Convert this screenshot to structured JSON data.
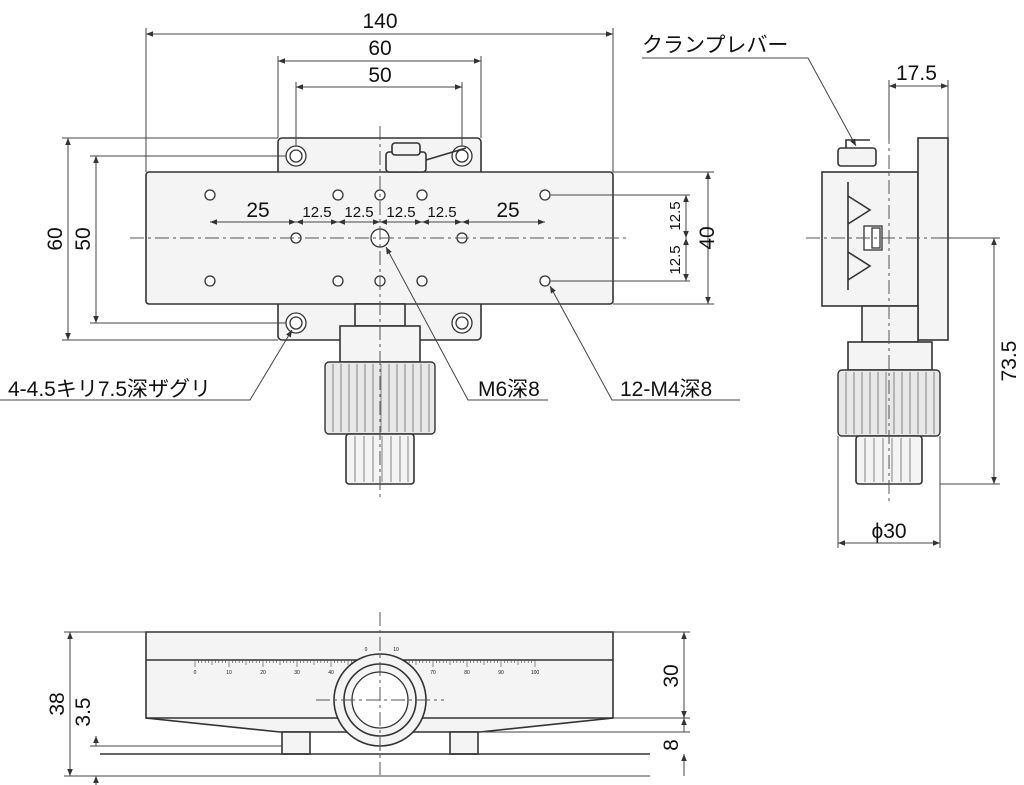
{
  "top_view": {
    "dims": {
      "width_overall": "140",
      "width_base": "60",
      "width_holes": "50",
      "height_base": "60",
      "height_holes": "50",
      "height_table": "40",
      "x_25_left": "25",
      "x_12_5_a": "12.5",
      "x_12_5_b": "12.5",
      "x_12_5_c": "12.5",
      "x_12_5_d": "12.5",
      "x_25_right": "25",
      "y_12_5_top": "12.5",
      "y_12_5_bottom": "12.5"
    },
    "callouts": {
      "counterbore": "4-4.5キリ7.5深ザグリ",
      "center_tap": "M6深8",
      "tapped_holes": "12-M4深8"
    }
  },
  "side_view": {
    "callouts": {
      "clamp_lever": "クランプレバー"
    },
    "dims": {
      "offset": "17.5",
      "height": "73.5",
      "knob_dia": "ϕ30"
    }
  },
  "front_view": {
    "dims": {
      "height_overall": "38",
      "edge": "3.5",
      "table_height": "30",
      "base_height": "8"
    },
    "scale_labels": [
      "0",
      "10",
      "20",
      "30",
      "40",
      "50",
      "60",
      "70",
      "80",
      "90",
      "100"
    ],
    "vernier_labels": [
      "0",
      "10"
    ]
  }
}
